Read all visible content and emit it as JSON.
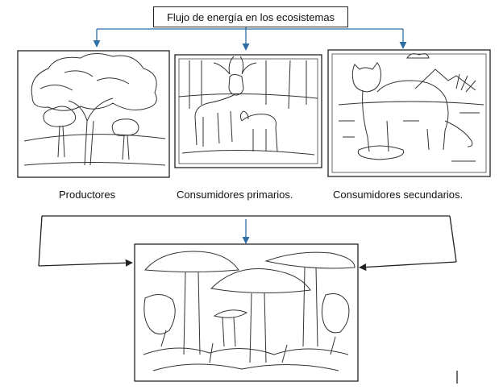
{
  "title": "Flujo de energía en los ecosistemas",
  "nodes": {
    "productores": {
      "label": "Productores",
      "icon": "tree-illustration"
    },
    "consumidores_primarios": {
      "label": "Consumidores primarios.",
      "icon": "deer-illustration"
    },
    "consumidores_secundarios": {
      "label": "Consumidores secundarios.",
      "icon": "puma-illustration"
    },
    "descomponedores": {
      "icon": "mushrooms-illustration"
    }
  },
  "colors": {
    "arrow_blue": "#2e6da4",
    "line": "#222222"
  }
}
